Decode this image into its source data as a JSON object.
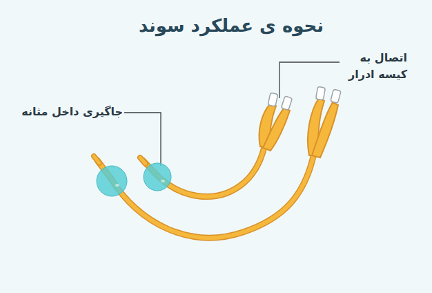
{
  "diagram": {
    "title": "نحوه ی عملکرد سوند",
    "labels": [
      "اتصال به کیسه ادرار",
      "جاگیری داخل مثانه"
    ]
  }
}
